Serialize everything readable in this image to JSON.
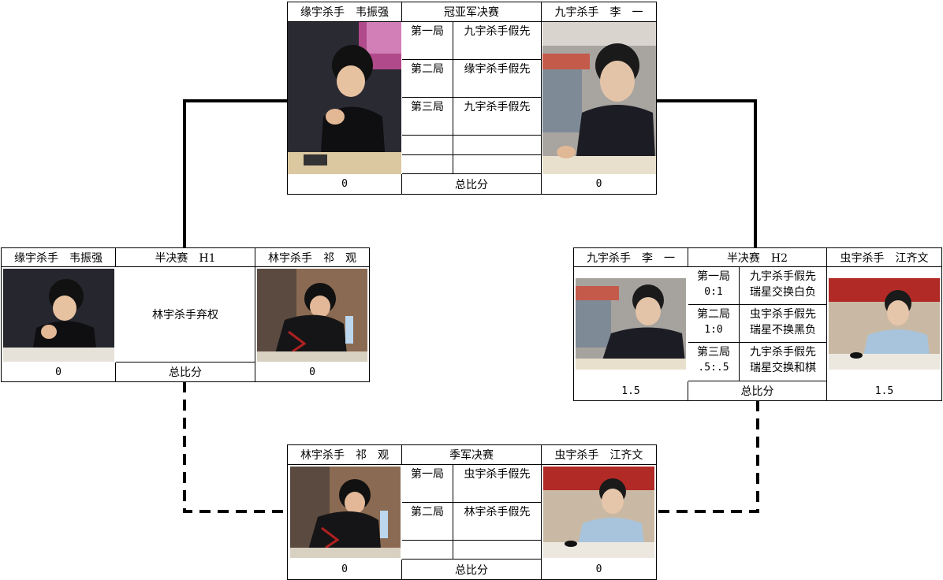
{
  "final": {
    "left_player": "缘宇杀手　韦振强",
    "title": "冠亚军决赛",
    "right_player": "九宇杀手　李　一",
    "games": [
      {
        "label": "第一局",
        "result": "九宇杀手假先"
      },
      {
        "label": "第二局",
        "result": "缘宇杀手假先"
      },
      {
        "label": "第三局",
        "result": "九宇杀手假先"
      }
    ],
    "left_score": "0",
    "total_label": "总比分",
    "right_score": "0"
  },
  "semi1": {
    "left_player": "缘宇杀手　韦振强",
    "title": "半决赛　H1",
    "right_player": "林宇杀手　祁　观",
    "center_text": "林宇杀手弃权",
    "left_score": "0",
    "total_label": "总比分",
    "right_score": "0"
  },
  "semi2": {
    "left_player": "九宇杀手　李　一",
    "title": "半决赛　H2",
    "right_player": "虫宇杀手　江齐文",
    "games": [
      {
        "label": "第一局",
        "score": "0:1",
        "line1": "九宇杀手假先",
        "line2": "瑞星交换白负"
      },
      {
        "label": "第二局",
        "score": "1:0",
        "line1": "虫宇杀手假先",
        "line2": "瑞星不换黑负"
      },
      {
        "label": "第三局",
        "score": ".5:.5",
        "line1": "九宇杀手假先",
        "line2": "瑞星交换和棋"
      }
    ],
    "left_score": "1.5",
    "total_label": "总比分",
    "right_score": "1.5"
  },
  "third": {
    "left_player": "林宇杀手　祁　观",
    "title": "季军决赛",
    "right_player": "虫宇杀手　江齐文",
    "games": [
      {
        "label": "第一局",
        "result": "虫宇杀手假先"
      },
      {
        "label": "第二局",
        "result": "林宇杀手假先"
      }
    ],
    "left_score": "0",
    "total_label": "总比分",
    "right_score": "0"
  },
  "colors": {
    "line": "#000000",
    "border": "#000000"
  }
}
